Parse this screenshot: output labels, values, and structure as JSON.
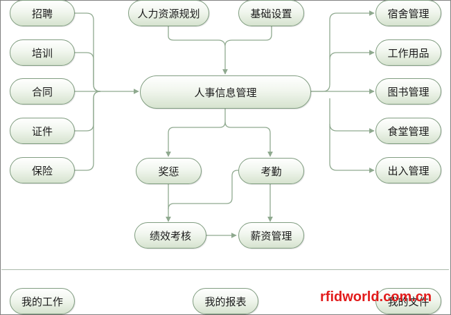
{
  "diagram": {
    "center": "人事信息管理",
    "left": [
      "招聘",
      "培训",
      "合同",
      "证件",
      "保险"
    ],
    "top": [
      "人力资源规划",
      "基础设置"
    ],
    "right": [
      "宿舍管理",
      "工作用品",
      "图书管理",
      "食堂管理",
      "出入管理"
    ],
    "lower": {
      "reward": "奖惩",
      "attendance": "考勤",
      "performance": "绩效考核",
      "salary": "薪资管理"
    },
    "line_color": "#8fa98f"
  },
  "footer": {
    "my_work": "我的工作",
    "my_reports": "我的报表",
    "my_files": "我的文件"
  },
  "watermark": "rfidworld.com.cn"
}
